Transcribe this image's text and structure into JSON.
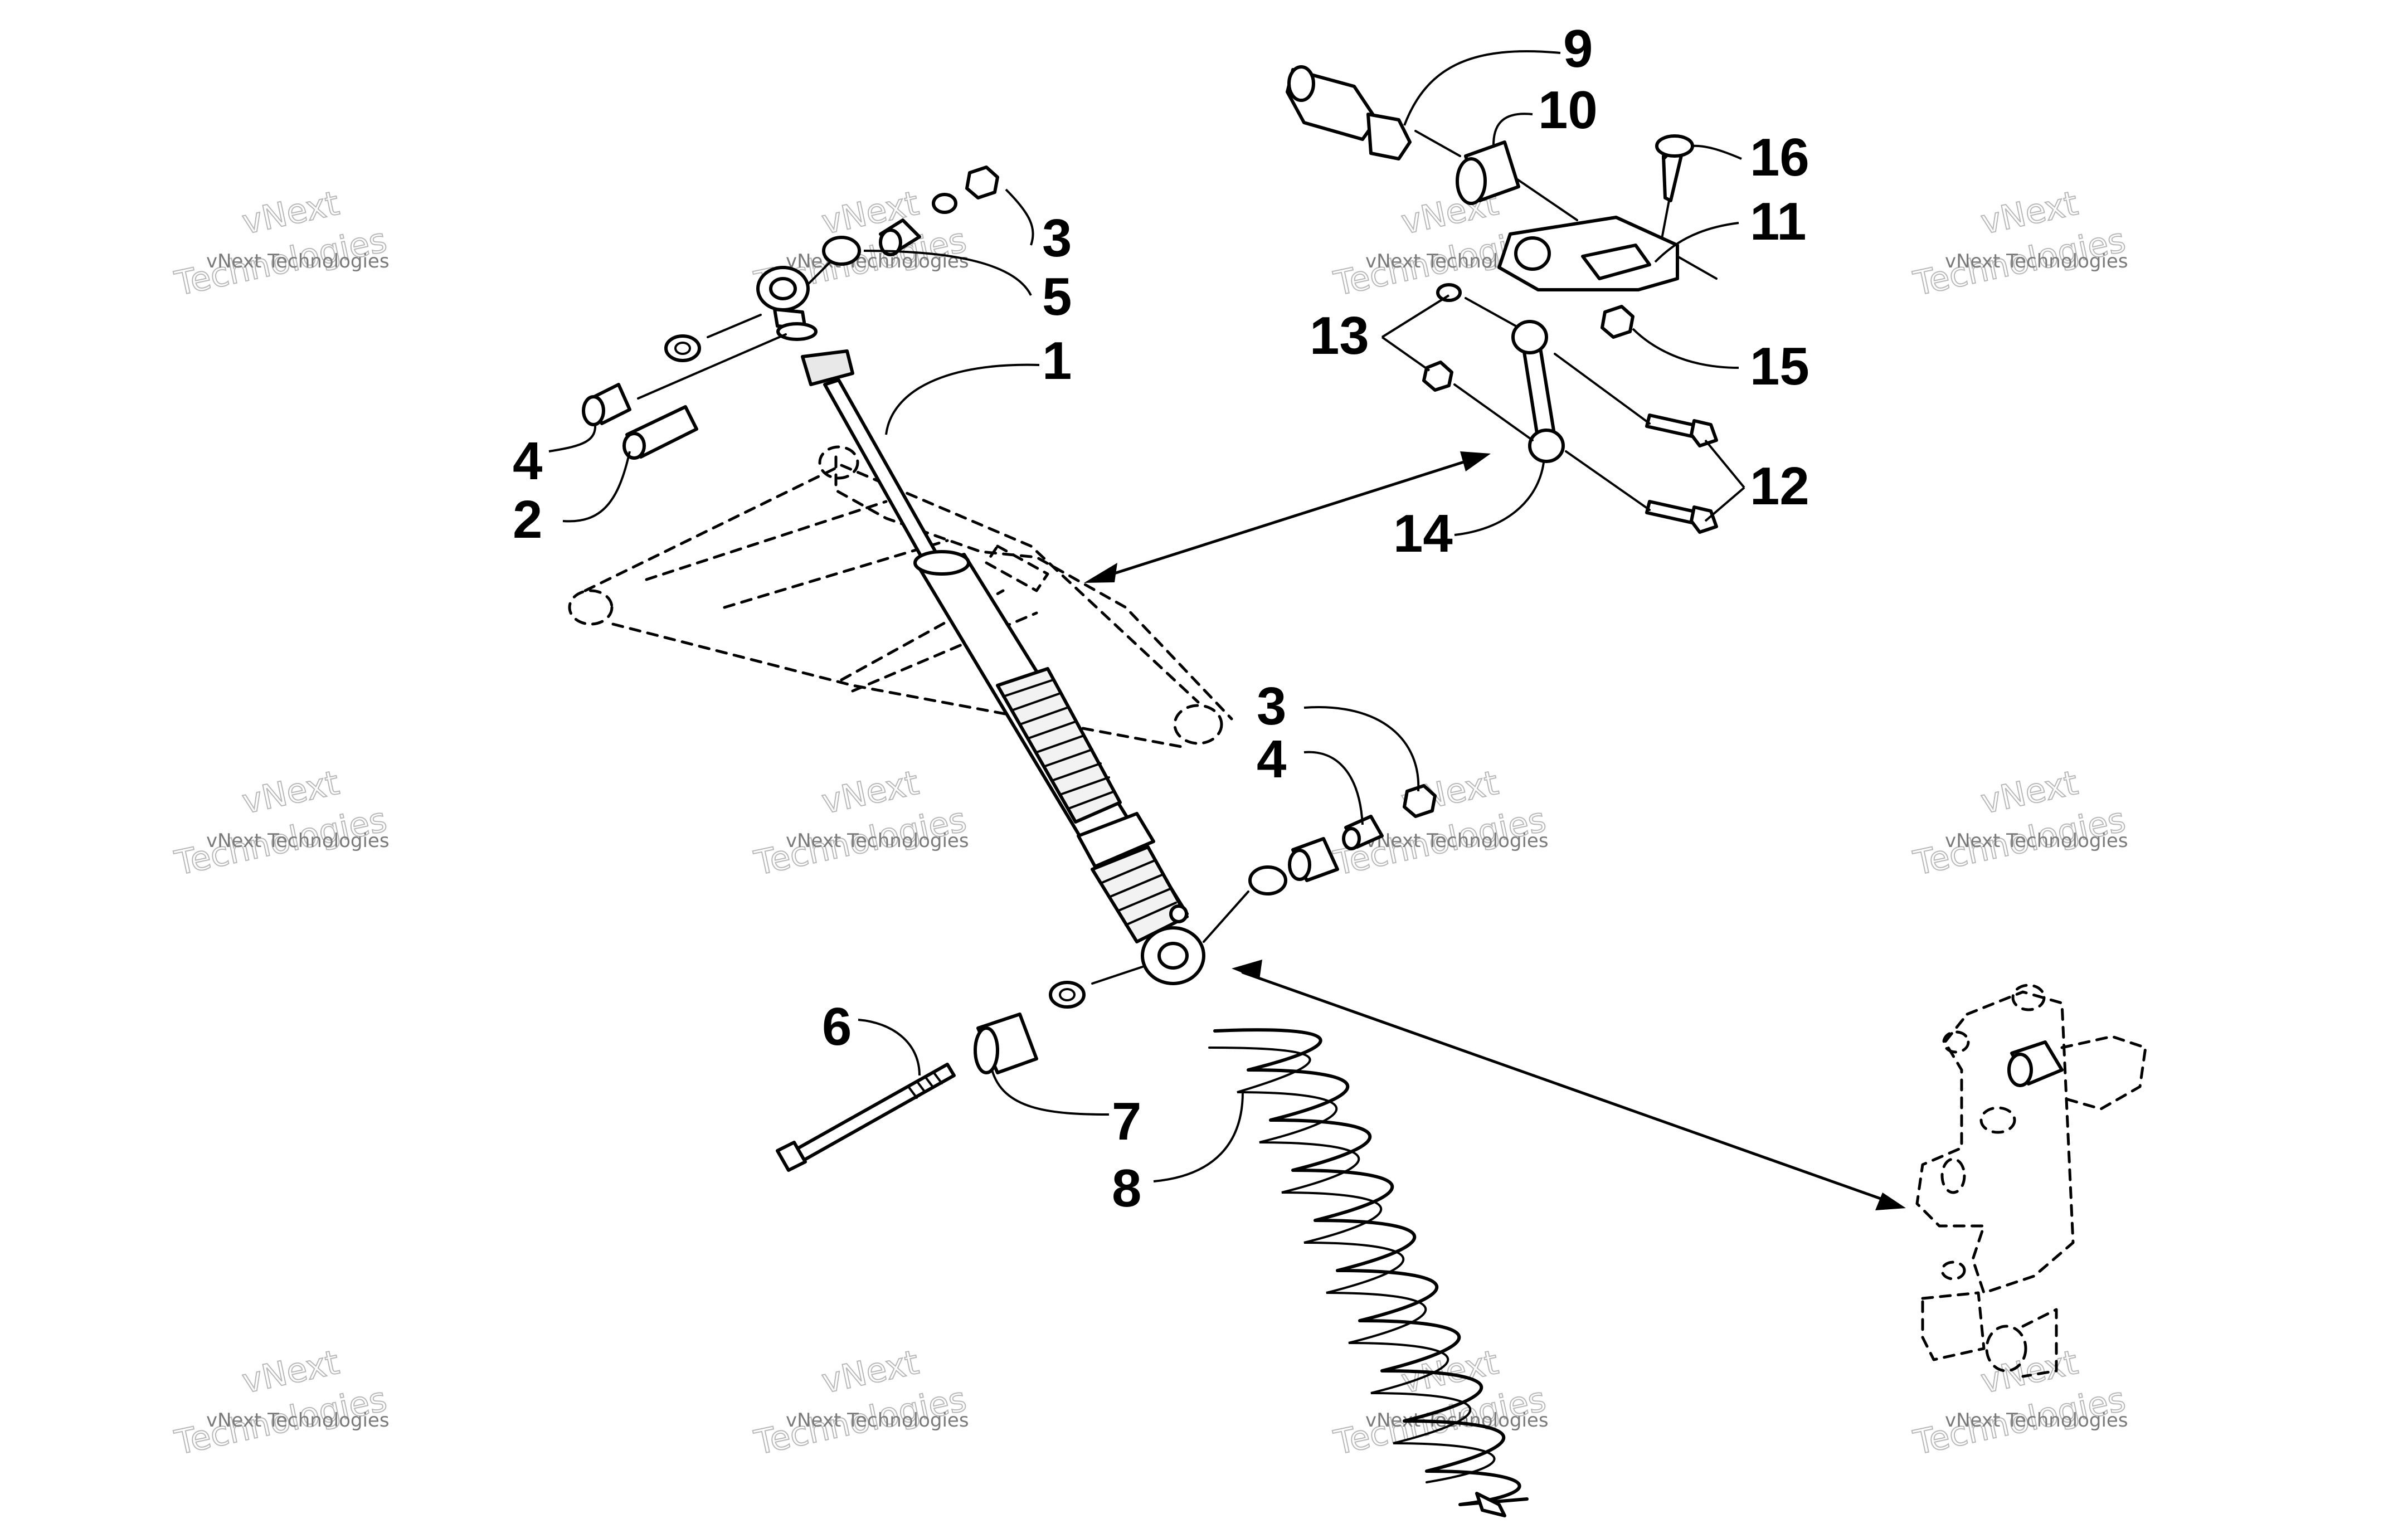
{
  "callouts": {
    "c1": "1",
    "c2": "2",
    "c3a": "3",
    "c3b": "3",
    "c4a": "4",
    "c4b": "4",
    "c5": "5",
    "c6": "6",
    "c7": "7",
    "c8": "8",
    "c9": "9",
    "c10": "10",
    "c11": "11",
    "c12": "12",
    "c13": "13",
    "c14": "14",
    "c15": "15",
    "c16": "16"
  },
  "watermark": {
    "line1": "vNext Technologies",
    "line2a": "vNext",
    "line2b": "Technologies"
  }
}
